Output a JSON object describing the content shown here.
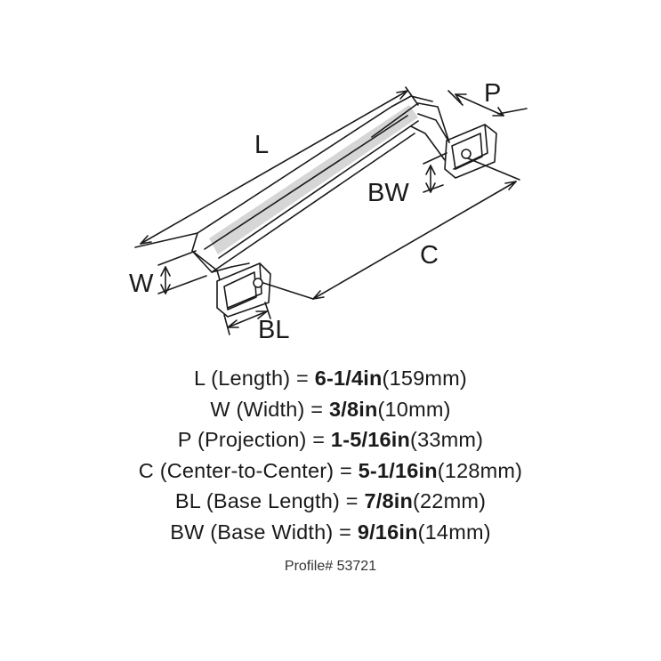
{
  "diagram": {
    "labels": {
      "L": "L",
      "P": "P",
      "BW": "BW",
      "C": "C",
      "W": "W",
      "BL": "BL"
    },
    "colors": {
      "line": "#1a1a1a",
      "shade": "#cfcfcf",
      "fill": "#ffffff"
    }
  },
  "specs": [
    {
      "abbr": "L",
      "name": "(Length) = ",
      "imperial": "6-1/4in",
      "metric": "(159mm)"
    },
    {
      "abbr": "W",
      "name": "(Width) = ",
      "imperial": "3/8in",
      "metric": "(10mm)"
    },
    {
      "abbr": "P",
      "name": "(Projection) = ",
      "imperial": "1-5/16in",
      "metric": "(33mm)"
    },
    {
      "abbr": "C",
      "name": "(Center-to-Center) = ",
      "imperial": "5-1/16in",
      "metric": "(128mm)"
    },
    {
      "abbr": "BL",
      "name": "(Base Length) = ",
      "imperial": "7/8in",
      "metric": "(22mm)"
    },
    {
      "abbr": "BW",
      "name": "(Base Width) = ",
      "imperial": "9/16in",
      "metric": "(14mm)"
    }
  ],
  "profile": "Profile# 53721"
}
